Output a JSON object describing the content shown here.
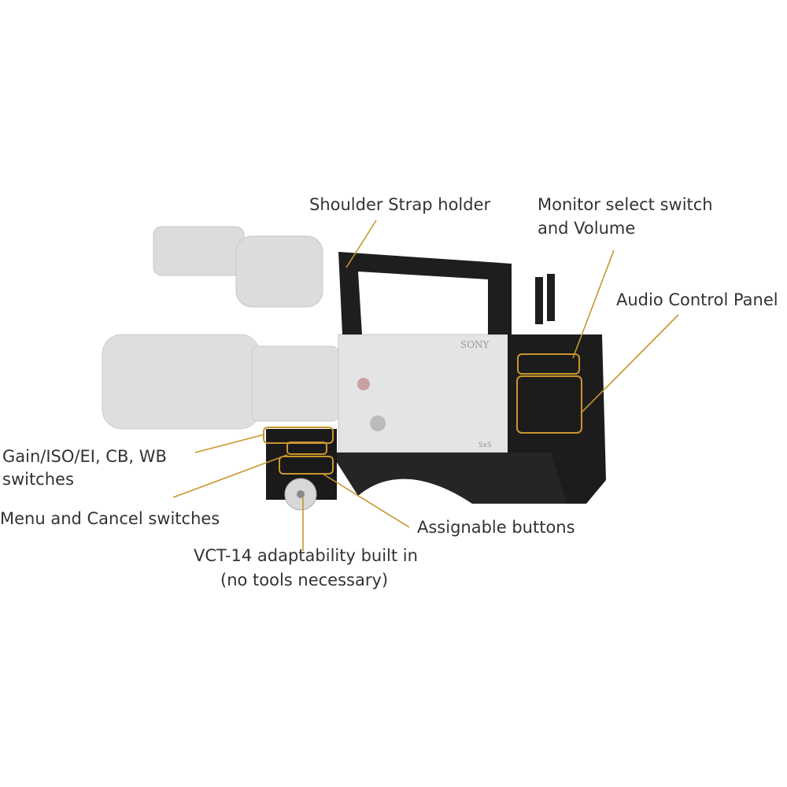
{
  "colors": {
    "callout": "#c8962e",
    "body": "#1c1c1c",
    "ghost": "#d9d9d9",
    "text": "#333333"
  },
  "camera": {
    "brand": "SONY",
    "logo": "SxS"
  },
  "labels": {
    "shoulder_strap": "Shoulder Strap holder",
    "monitor_line1": "Monitor select switch",
    "monitor_line2": "and Volume",
    "audio": "Audio Control Panel",
    "gain_line1": "Gain/ISO/EI, CB, WB",
    "gain_line2": "switches",
    "menu": "Menu and Cancel switches",
    "assignable": "Assignable buttons",
    "vct_line1": "VCT-14 adaptability built in",
    "vct_line2": "(no tools necessary)"
  }
}
